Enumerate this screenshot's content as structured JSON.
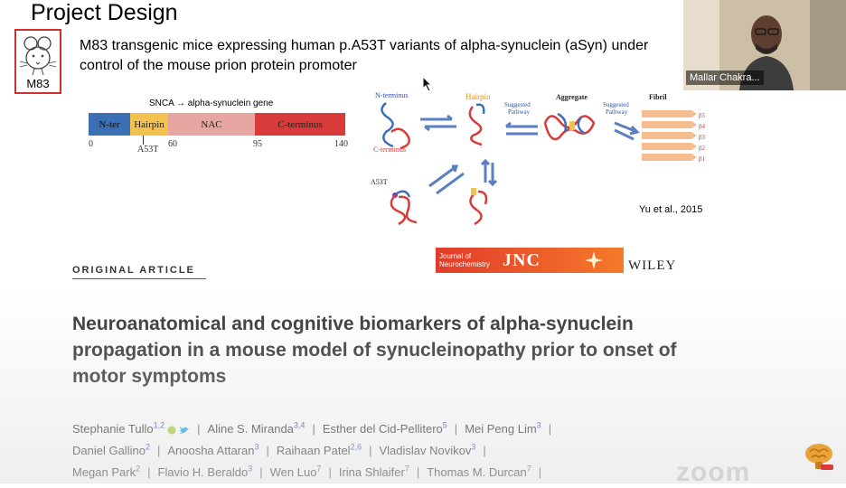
{
  "slide": {
    "title": "Project Design",
    "mouse_label": "M83",
    "description": "M83 transgenic mice expressing human p.A53T variants of alpha-synuclein (aSyn) under control of the mouse prion protein promoter",
    "gene": {
      "label": "SNCA → alpha-synuclein gene",
      "segments": [
        "N-ter",
        "Hairpin",
        "NAC",
        "C-terminus"
      ],
      "ticks": [
        "0",
        "60",
        "95",
        "140"
      ],
      "mutation": "A53T"
    },
    "diagram": {
      "n_terminus": "N-terminus",
      "c_terminus": "C-terminus",
      "hairpin": "Hairpin",
      "suggested_pathway_1": [
        "Suggested",
        "Pathway"
      ],
      "aggregate": "Aggregate",
      "suggested_pathway_2": [
        "Suggested",
        "Pathway"
      ],
      "fibril": "Fibril",
      "a53t": "A53T",
      "beta_labels": [
        "β5",
        "β4",
        "β3",
        "β2",
        "β1"
      ]
    },
    "citation": "Yu et al., 2015",
    "journal": {
      "name_line1": "Journal of",
      "name_line2": "Neurochemistry",
      "abbr": "JNC",
      "publisher": "WILEY"
    },
    "article_type": "ORIGINAL ARTICLE",
    "paper_title": "Neuroanatomical and cognitive biomarkers of alpha-synuclein propagation in a mouse model of synucleinopathy prior to onset of motor symptoms",
    "authors": [
      {
        "name": "Stephanie Tullo",
        "sup": "1,2",
        "icons": true
      },
      {
        "name": "Aline S. Miranda",
        "sup": "3,4"
      },
      {
        "name": "Esther del Cid-Pellitero",
        "sup": "5"
      },
      {
        "name": "Mei Peng Lim",
        "sup": "3"
      },
      {
        "name": "Daniel Gallino",
        "sup": "2"
      },
      {
        "name": "Anoosha Attaran",
        "sup": "3"
      },
      {
        "name": "Raihaan Patel",
        "sup": "2,6"
      },
      {
        "name": "Vladislav Novikov",
        "sup": "3"
      },
      {
        "name": "Megan Park",
        "sup": "2"
      },
      {
        "name": "Flavio H. Beraldo",
        "sup": "3"
      },
      {
        "name": "Wen Luo",
        "sup": "7"
      },
      {
        "name": "Irina Shlaifer",
        "sup": "7"
      },
      {
        "name": "Thomas M. Durcan",
        "sup": "7"
      }
    ]
  },
  "video": {
    "participant_name": "Mallar Chakra..."
  },
  "watermark": "zoom",
  "colors": {
    "nter": "#3a6fb5",
    "hairpin": "#f2c14e",
    "nac": "#e8a6a3",
    "cterm": "#d93a3a",
    "accent_red": "#d32f2f"
  }
}
